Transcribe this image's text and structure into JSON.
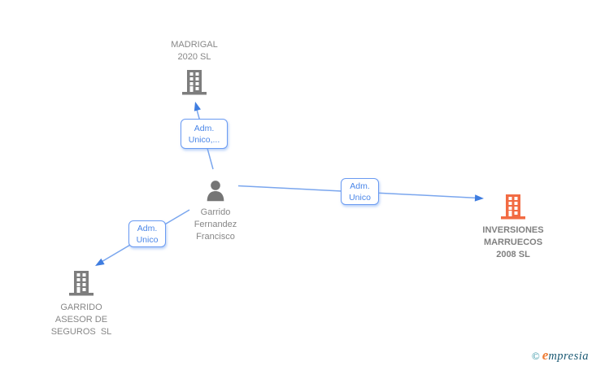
{
  "diagram": {
    "nodes": {
      "madrigal": {
        "label": "MADRIGAL\n2020 SL",
        "type": "company",
        "icon_color": "gray"
      },
      "person": {
        "label": "Garrido\nFernandez\nFrancisco",
        "type": "person"
      },
      "inversiones": {
        "label": "INVERSIONES\nMARRUECOS\n2008 SL",
        "type": "company",
        "icon_color": "orange"
      },
      "garrido_asesor": {
        "label": "GARRIDO\nASESOR DE\nSEGUROS  SL",
        "type": "company",
        "icon_color": "gray"
      }
    },
    "edges": {
      "person_to_madrigal": {
        "label": "Adm.\nUnico,..."
      },
      "person_to_inversiones": {
        "label": "Adm.\nUnico"
      },
      "person_to_garrido_asesor": {
        "label": "Adm.\nUnico"
      }
    },
    "colors": {
      "company_gray": "#7d7d7d",
      "company_orange": "#f26b43",
      "edge_line_blue": "#7aa6ee",
      "arrowhead_blue": "#3f7de0",
      "node_label_gray": "#878787",
      "edge_label_blue": "#4a86e8"
    }
  },
  "watermark": {
    "copyright_symbol": "©",
    "brand_initial": "e",
    "brand_rest": "mpresia"
  }
}
